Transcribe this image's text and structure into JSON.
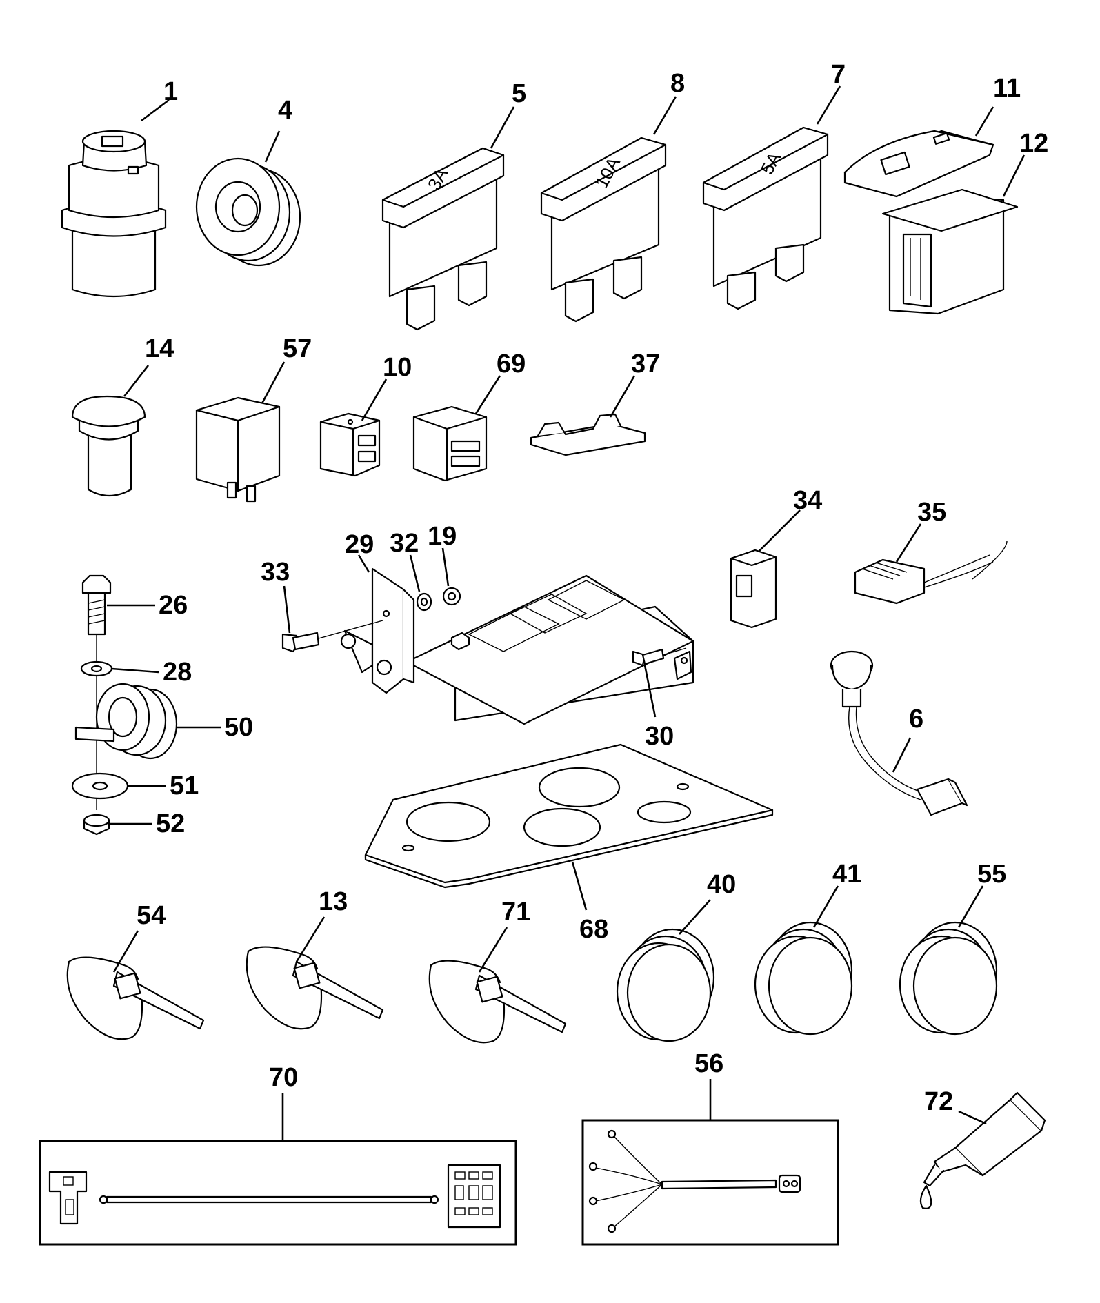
{
  "diagram": {
    "callouts": {
      "c1": "1",
      "c4": "4",
      "c5": "5",
      "c8": "8",
      "c7": "7",
      "c11": "11",
      "c12": "12",
      "c14": "14",
      "c57": "57",
      "c10": "10",
      "c69": "69",
      "c37": "37",
      "c33": "33",
      "c29": "29",
      "c32": "32",
      "c19": "19",
      "c34": "34",
      "c35": "35",
      "c26": "26",
      "c28": "28",
      "c50": "50",
      "c51": "51",
      "c52": "52",
      "c30": "30",
      "c6": "6",
      "c68": "68",
      "c54": "54",
      "c13": "13",
      "c71": "71",
      "c40": "40",
      "c41": "41",
      "c55": "55",
      "c70": "70",
      "c56": "56",
      "c72": "72"
    },
    "fuse_labels": {
      "f5": "3A",
      "f8": "10A",
      "f7": "5A"
    }
  }
}
